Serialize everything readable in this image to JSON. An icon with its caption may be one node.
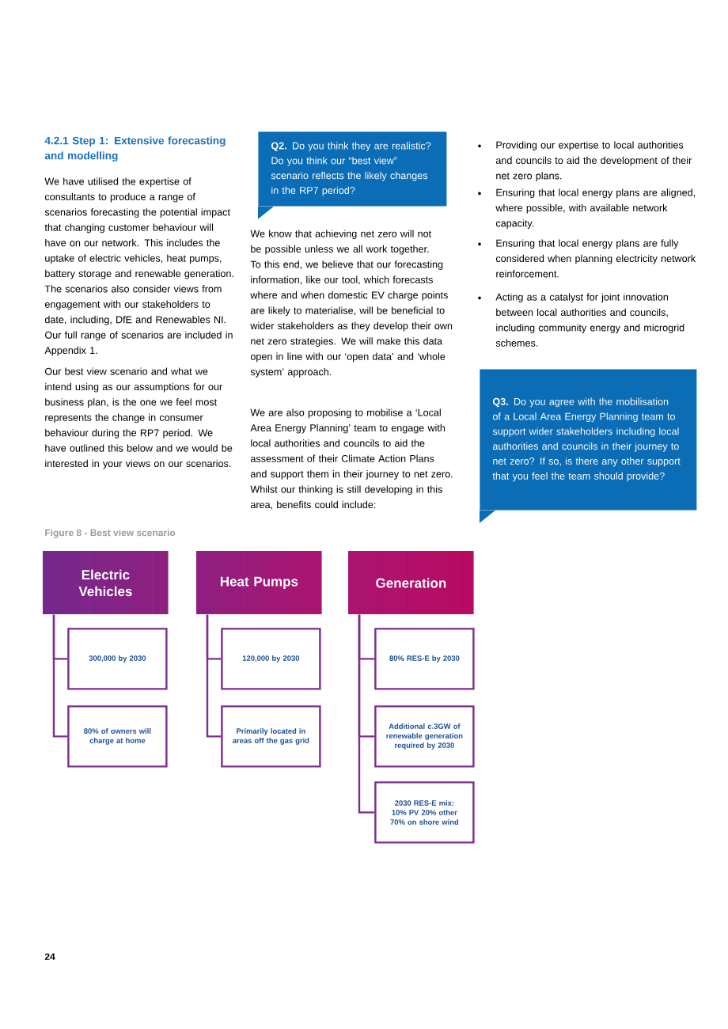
{
  "diagram": {
    "title": "4.2.1 Step 1: Extensive forecasting and modelling",
    "caption": "Figure 8 - Best view scenario",
    "nodes": [
      {
        "text": [
          "**Q2.** Do you think they are realistic? Do you think our “best view” scenario reflects the likely changes in the RP7 period?"
        ]
      },
      {
        "text": [
          "**Q3.** Do you agree with the mobilisation of a Local Area Energy Planning team to support wider stakeholders including local authorities and councils in their journey to net zero? If so, is there any other support that you feel the team should provide?"
        ]
      },
      {
        "text": [
          "Electric Vehicles"
        ]
      },
      {
        "text": [
          "Heat Pumps"
        ]
      },
      {
        "text": [
          "Generation"
        ]
      },
      {
        "text": [
          "300,000 by 2030"
        ]
      },
      {
        "text": [
          "80% of owners will charge at home"
        ]
      },
      {
        "text": [
          "120,000 by 2030"
        ]
      },
      {
        "text": [
          "Primarily located in areas off the gas grid"
        ]
      },
      {
        "text": [
          "80% RES-E by 2030"
        ]
      },
      {
        "text": [
          "Additional c.3GW of renewable generation required by 2030"
        ]
      },
      {
        "text": [
          "2030 RES-E mix: 10% PV 20% other 70% on shore wind"
        ]
      }
    ],
    "edges": [
      {
        "from": 2,
        "to": 5,
        "arrow": "none"
      },
      {
        "from": 2,
        "to": 6,
        "arrow": "none"
      },
      {
        "from": 3,
        "to": 7,
        "arrow": "none"
      },
      {
        "from": 3,
        "to": 8,
        "arrow": "none"
      },
      {
        "from": 4,
        "to": 9,
        "arrow": "none"
      },
      {
        "from": 4,
        "to": 10,
        "arrow": "none"
      },
      {
        "from": 4,
        "to": 11,
        "arrow": "none"
      }
    ],
    "labels": [
      "We have utilised the expertise of consultants to produce a range of scenarios forecasting the potential impact that changing customer behaviour will have on our network. This includes the uptake of electric vehicles, heat pumps, battery storage and renewable generation. The scenarios also consider views from engagement with our stakeholders to date, including, DfE and Renewables NI. Our full range of scenarios are included in Appendix 1.",
      "Our best view scenario and what we intend using as our assumptions for our business plan, is the one we feel most represents the change in consumer behaviour during the RP7 period. We have outlined this below and we would be interested in your views on our scenarios.",
      "We know that achieving net zero will not be possible unless we all work together. To this end, we believe that our forecasting information, like our tool, which forecasts where and when domestic EV charge points are likely to materialise, will be beneficial to wider stakeholders as they develop their own net zero strategies. We will make this data open in line with our ‘open data’ and ‘whole system’ approach.",
      "We are also proposing to mobilise a ‘Local Area Energy Planning’ team to engage with local authorities and councils to aid the assessment of their Climate Action Plans and support them in their journey to net zero. Whilst our thinking is still developing in this area, benefits could include:",
      "Providing our expertise to local authorities and councils to aid the development of their net zero plans.",
      "Ensuring that local energy plans are aligned, where possible, with available network capacity.",
      "Ensuring that local energy plans are fully considered when planning electricity network reinforcement.",
      "Acting as a catalyst for joint innovation between local authorities and councils, including community energy and microgrid schemes.",
      "24"
    ]
  }
}
